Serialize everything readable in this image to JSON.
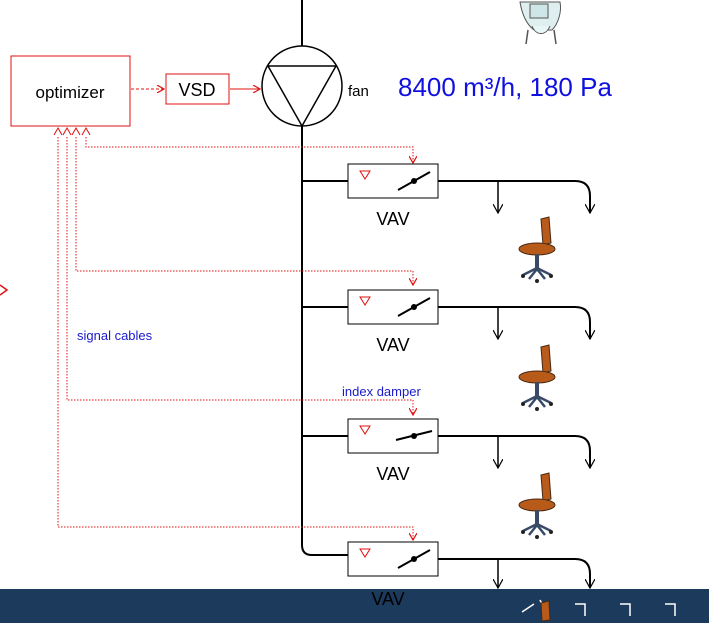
{
  "boxes": {
    "optimizer": "optimizer",
    "vsd": "VSD"
  },
  "fan": {
    "label": "fan",
    "spec": "8400 m³/h, 180 Pa"
  },
  "vav_label": "VAV",
  "annotations": {
    "signal_cables": "signal cables",
    "index_damper": "index damper"
  },
  "colors": {
    "signal": "#e01010",
    "annotation_text": "#1a1acc",
    "spec_text": "#1010e0",
    "duct": "#000000",
    "footer_band": "#1b3a5c",
    "chair_seat": "#b85a1a"
  },
  "icons": [
    "person-at-computer-icon",
    "office-chair-icon"
  ]
}
